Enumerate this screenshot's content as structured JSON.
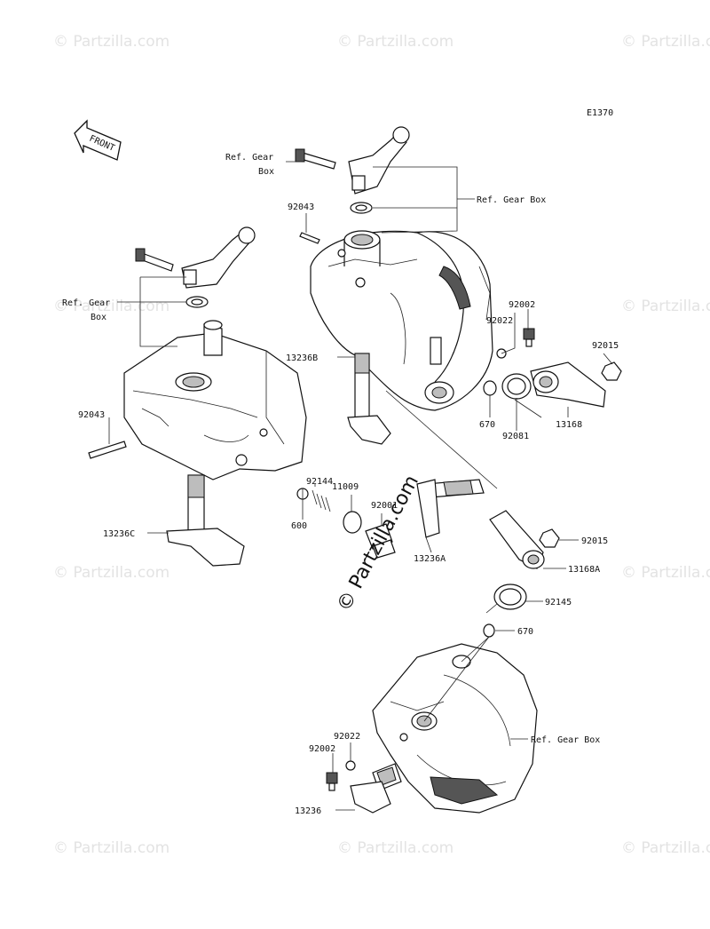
{
  "diagram_code": "E1370",
  "front_label": "FRONT",
  "main_watermark": "© Partzilla.com",
  "watermark_text": "© Partzilla.com",
  "labels": {
    "ref_gear_box_top_1": "Ref. Gear",
    "ref_gear_box_top_2": "Box",
    "ref_gear_box_right": "Ref. Gear Box",
    "ref_gear_box_left_1": "Ref. Gear",
    "ref_gear_box_left_2": "Box",
    "ref_gear_box_bottom": "Ref. Gear Box",
    "p92043_top": "92043",
    "p92043_left": "92043",
    "p92002_top": "92002",
    "p92002_bottom": "92002",
    "p92022_top": "92022",
    "p92022_bottom": "92022",
    "p92015_top": "92015",
    "p92015_mid": "92015",
    "p13236B": "13236B",
    "p13236C": "13236C",
    "p13236A": "13236A",
    "p13236": "13236",
    "p670_top": "670",
    "p670_bottom": "670",
    "p92081": "92081",
    "p13168": "13168",
    "p13168A": "13168A",
    "p92144": "92144",
    "p11009": "11009",
    "p92001": "92001",
    "p600": "600",
    "p92145": "92145"
  }
}
